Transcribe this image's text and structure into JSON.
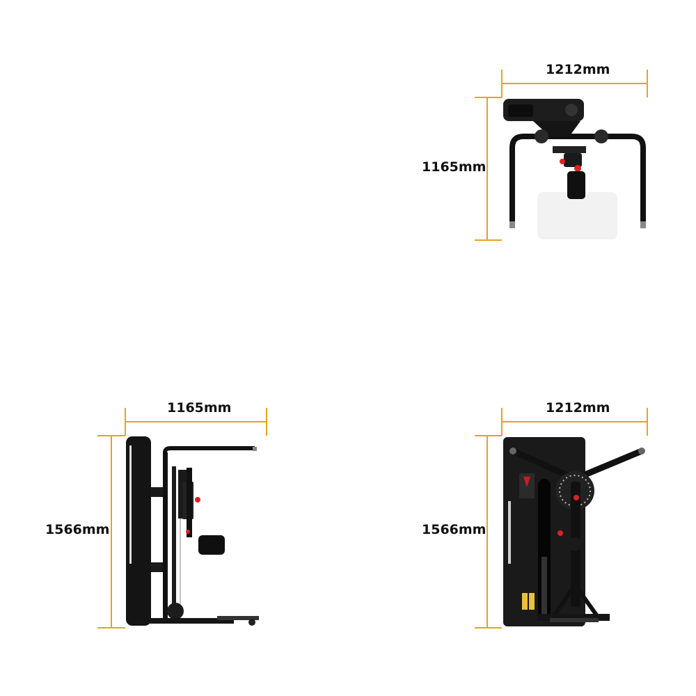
{
  "accent_color": "#e6a21e",
  "views": {
    "top": {
      "width_label": "1212mm",
      "depth_label": "1165mm"
    },
    "side": {
      "width_label": "1165mm",
      "height_label": "1566mm"
    },
    "front": {
      "width_label": "1212mm",
      "height_label": "1566mm"
    }
  }
}
